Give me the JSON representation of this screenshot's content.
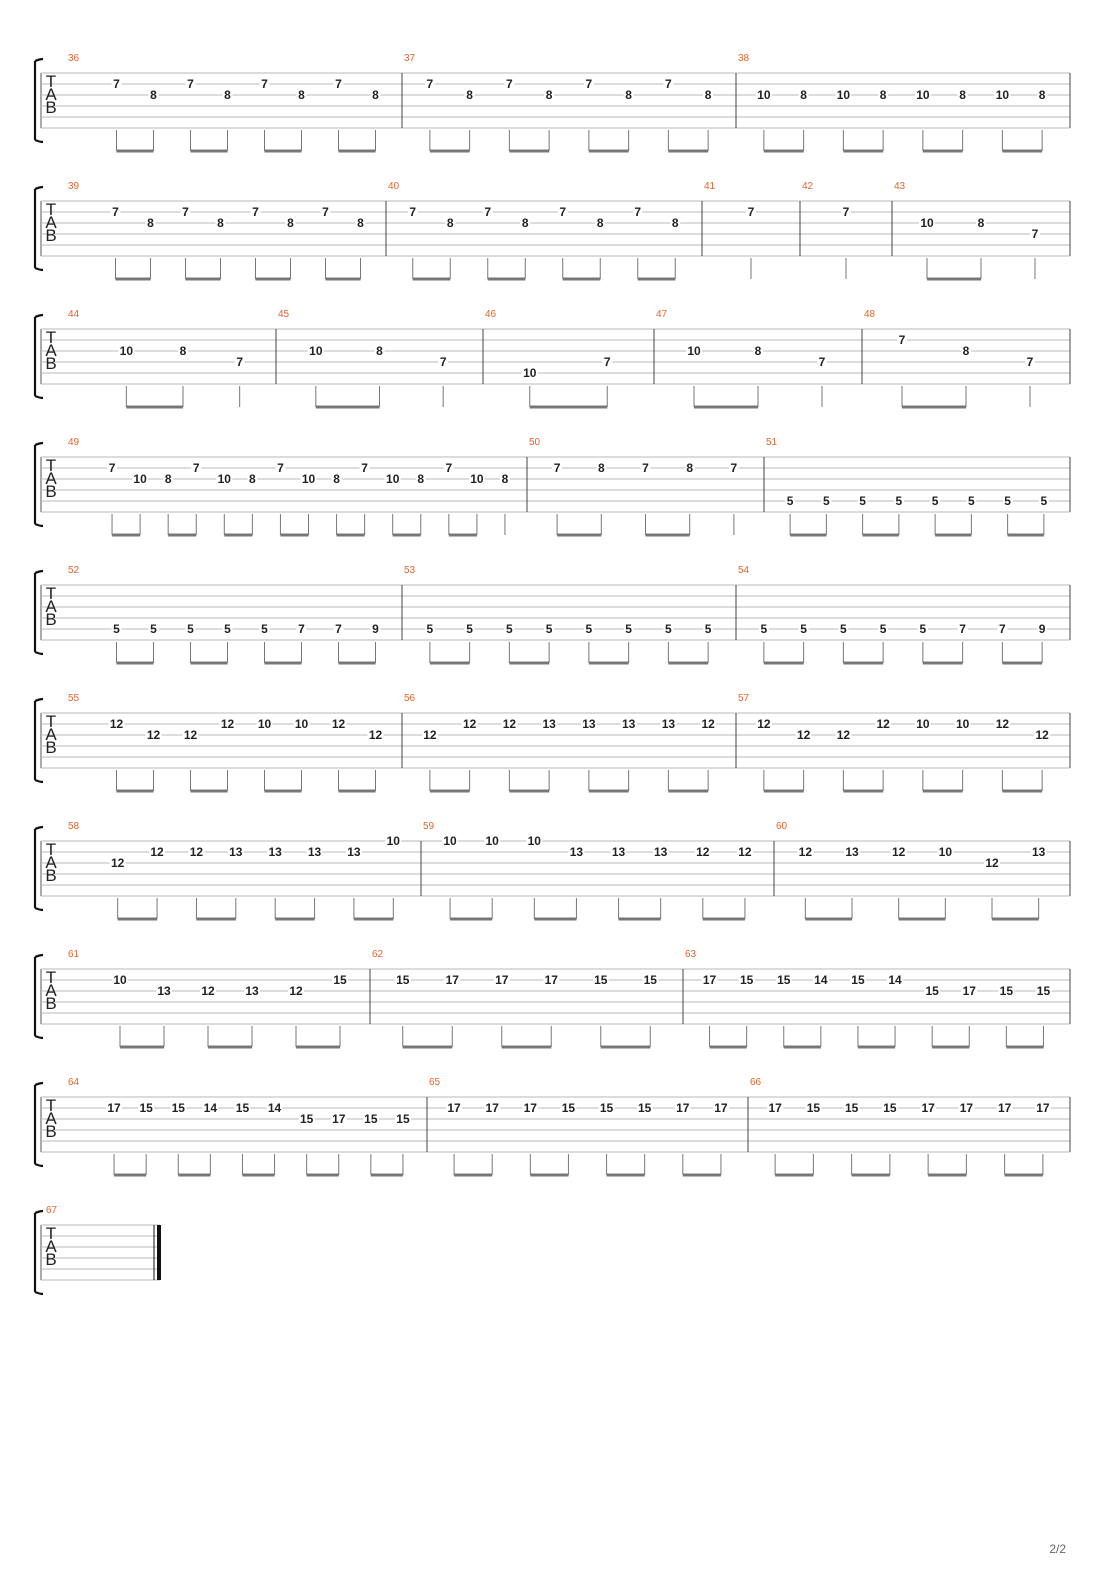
{
  "page": {
    "page_number": "2/2"
  },
  "clef_letters": [
    "T",
    "A",
    "B"
  ],
  "systems": [
    {
      "measures": [
        {
          "number": "36",
          "notes": [
            {
              "f": "7",
              "s": 1
            },
            {
              "f": "8",
              "s": 2
            },
            {
              "f": "7",
              "s": 1
            },
            {
              "f": "8",
              "s": 2
            },
            {
              "f": "7",
              "s": 1
            },
            {
              "f": "8",
              "s": 2
            },
            {
              "f": "7",
              "s": 1
            },
            {
              "f": "8",
              "s": 2
            }
          ]
        },
        {
          "number": "37",
          "notes": [
            {
              "f": "7",
              "s": 1
            },
            {
              "f": "8",
              "s": 2
            },
            {
              "f": "7",
              "s": 1
            },
            {
              "f": "8",
              "s": 2
            },
            {
              "f": "7",
              "s": 1
            },
            {
              "f": "8",
              "s": 2
            },
            {
              "f": "7",
              "s": 1
            },
            {
              "f": "8",
              "s": 2
            }
          ]
        },
        {
          "number": "38",
          "notes": [
            {
              "f": "10",
              "s": 2
            },
            {
              "f": "8",
              "s": 2
            },
            {
              "f": "10",
              "s": 2
            },
            {
              "f": "8",
              "s": 2
            },
            {
              "f": "10",
              "s": 2
            },
            {
              "f": "8",
              "s": 2
            },
            {
              "f": "10",
              "s": 2
            },
            {
              "f": "8",
              "s": 2
            }
          ]
        }
      ]
    },
    {
      "measures": [
        {
          "number": "39",
          "notes": [
            {
              "f": "7",
              "s": 1
            },
            {
              "f": "8",
              "s": 2
            },
            {
              "f": "7",
              "s": 1
            },
            {
              "f": "8",
              "s": 2
            },
            {
              "f": "7",
              "s": 1
            },
            {
              "f": "8",
              "s": 2
            },
            {
              "f": "7",
              "s": 1
            },
            {
              "f": "8",
              "s": 2
            }
          ]
        },
        {
          "number": "40",
          "notes": [
            {
              "f": "7",
              "s": 1
            },
            {
              "f": "8",
              "s": 2
            },
            {
              "f": "7",
              "s": 1
            },
            {
              "f": "8",
              "s": 2
            },
            {
              "f": "7",
              "s": 1
            },
            {
              "f": "8",
              "s": 2
            },
            {
              "f": "7",
              "s": 1
            },
            {
              "f": "8",
              "s": 2
            }
          ]
        },
        {
          "number": "41",
          "notes": [
            {
              "f": "7",
              "s": 1
            }
          ]
        },
        {
          "number": "42",
          "notes": [
            {
              "f": "7",
              "s": 1
            }
          ]
        },
        {
          "number": "43",
          "notes": [
            {
              "f": "10",
              "s": 2
            },
            {
              "f": "8",
              "s": 2
            },
            {
              "f": "7",
              "s": 3
            }
          ]
        }
      ]
    },
    {
      "measures": [
        {
          "number": "44",
          "notes": [
            {
              "f": "10",
              "s": 2
            },
            {
              "f": "8",
              "s": 2
            },
            {
              "f": "7",
              "s": 3
            }
          ]
        },
        {
          "number": "45",
          "notes": [
            {
              "f": "10",
              "s": 2
            },
            {
              "f": "8",
              "s": 2
            },
            {
              "f": "7",
              "s": 3
            }
          ]
        },
        {
          "number": "46",
          "notes": [
            {
              "f": "10",
              "s": 4
            },
            {
              "f": "7",
              "s": 3
            }
          ]
        },
        {
          "number": "47",
          "notes": [
            {
              "f": "10",
              "s": 2
            },
            {
              "f": "8",
              "s": 2
            },
            {
              "f": "7",
              "s": 3
            }
          ]
        },
        {
          "number": "48",
          "notes": [
            {
              "f": "7",
              "s": 1
            },
            {
              "f": "8",
              "s": 2
            },
            {
              "f": "7",
              "s": 3
            }
          ]
        }
      ]
    },
    {
      "measures": [
        {
          "number": "49",
          "notes": [
            {
              "f": "7",
              "s": 1
            },
            {
              "f": "10",
              "s": 2
            },
            {
              "f": "8",
              "s": 2
            },
            {
              "f": "7",
              "s": 1
            },
            {
              "f": "10",
              "s": 2
            },
            {
              "f": "8",
              "s": 2
            },
            {
              "f": "7",
              "s": 1
            },
            {
              "f": "10",
              "s": 2
            },
            {
              "f": "8",
              "s": 2
            },
            {
              "f": "7",
              "s": 1
            },
            {
              "f": "10",
              "s": 2
            },
            {
              "f": "8",
              "s": 2
            },
            {
              "f": "7",
              "s": 1
            },
            {
              "f": "10",
              "s": 2
            },
            {
              "f": "8",
              "s": 2
            }
          ]
        },
        {
          "number": "50",
          "notes": [
            {
              "f": "7",
              "s": 1
            },
            {
              "f": "8",
              "s": 1
            },
            {
              "f": "7",
              "s": 1
            },
            {
              "f": "8",
              "s": 1
            },
            {
              "f": "7",
              "s": 1
            }
          ]
        },
        {
          "number": "51",
          "notes": [
            {
              "f": "5",
              "s": 4
            },
            {
              "f": "5",
              "s": 4
            },
            {
              "f": "5",
              "s": 4
            },
            {
              "f": "5",
              "s": 4
            },
            {
              "f": "5",
              "s": 4
            },
            {
              "f": "5",
              "s": 4
            },
            {
              "f": "5",
              "s": 4
            },
            {
              "f": "5",
              "s": 4
            }
          ]
        }
      ]
    },
    {
      "measures": [
        {
          "number": "52",
          "notes": [
            {
              "f": "5",
              "s": 4
            },
            {
              "f": "5",
              "s": 4
            },
            {
              "f": "5",
              "s": 4
            },
            {
              "f": "5",
              "s": 4
            },
            {
              "f": "5",
              "s": 4
            },
            {
              "f": "7",
              "s": 4
            },
            {
              "f": "7",
              "s": 4
            },
            {
              "f": "9",
              "s": 4
            }
          ]
        },
        {
          "number": "53",
          "notes": [
            {
              "f": "5",
              "s": 4
            },
            {
              "f": "5",
              "s": 4
            },
            {
              "f": "5",
              "s": 4
            },
            {
              "f": "5",
              "s": 4
            },
            {
              "f": "5",
              "s": 4
            },
            {
              "f": "5",
              "s": 4
            },
            {
              "f": "5",
              "s": 4
            },
            {
              "f": "5",
              "s": 4
            }
          ]
        },
        {
          "number": "54",
          "notes": [
            {
              "f": "5",
              "s": 4
            },
            {
              "f": "5",
              "s": 4
            },
            {
              "f": "5",
              "s": 4
            },
            {
              "f": "5",
              "s": 4
            },
            {
              "f": "5",
              "s": 4
            },
            {
              "f": "7",
              "s": 4
            },
            {
              "f": "7",
              "s": 4
            },
            {
              "f": "9",
              "s": 4
            }
          ]
        }
      ]
    },
    {
      "measures": [
        {
          "number": "55",
          "notes": [
            {
              "f": "12",
              "s": 1
            },
            {
              "f": "12",
              "s": 2
            },
            {
              "f": "12",
              "s": 2
            },
            {
              "f": "12",
              "s": 1
            },
            {
              "f": "10",
              "s": 1
            },
            {
              "f": "10",
              "s": 1
            },
            {
              "f": "12",
              "s": 1
            },
            {
              "f": "12",
              "s": 2
            }
          ]
        },
        {
          "number": "56",
          "notes": [
            {
              "f": "12",
              "s": 2
            },
            {
              "f": "12",
              "s": 1
            },
            {
              "f": "12",
              "s": 1
            },
            {
              "f": "13",
              "s": 1
            },
            {
              "f": "13",
              "s": 1
            },
            {
              "f": "13",
              "s": 1
            },
            {
              "f": "13",
              "s": 1
            },
            {
              "f": "12",
              "s": 1
            }
          ]
        },
        {
          "number": "57",
          "notes": [
            {
              "f": "12",
              "s": 1
            },
            {
              "f": "12",
              "s": 2
            },
            {
              "f": "12",
              "s": 2
            },
            {
              "f": "12",
              "s": 1
            },
            {
              "f": "10",
              "s": 1
            },
            {
              "f": "10",
              "s": 1
            },
            {
              "f": "12",
              "s": 1
            },
            {
              "f": "12",
              "s": 2
            }
          ]
        }
      ]
    },
    {
      "measures": [
        {
          "number": "58",
          "notes": [
            {
              "f": "12",
              "s": 2
            },
            {
              "f": "12",
              "s": 1
            },
            {
              "f": "12",
              "s": 1
            },
            {
              "f": "13",
              "s": 1
            },
            {
              "f": "13",
              "s": 1
            },
            {
              "f": "13",
              "s": 1
            },
            {
              "f": "13",
              "s": 1
            },
            {
              "f": "10",
              "s": 0
            }
          ]
        },
        {
          "number": "59",
          "notes": [
            {
              "f": "10",
              "s": 0
            },
            {
              "f": "10",
              "s": 0
            },
            {
              "f": "10",
              "s": 0
            },
            {
              "f": "13",
              "s": 1
            },
            {
              "f": "13",
              "s": 1
            },
            {
              "f": "13",
              "s": 1
            },
            {
              "f": "12",
              "s": 1
            },
            {
              "f": "12",
              "s": 1
            }
          ]
        },
        {
          "number": "60",
          "notes": [
            {
              "f": "12",
              "s": 1
            },
            {
              "f": "13",
              "s": 1
            },
            {
              "f": "12",
              "s": 1
            },
            {
              "f": "10",
              "s": 1
            },
            {
              "f": "12",
              "s": 2
            },
            {
              "f": "13",
              "s": 1
            }
          ]
        }
      ]
    },
    {
      "measures": [
        {
          "number": "61",
          "notes": [
            {
              "f": "10",
              "s": 1
            },
            {
              "f": "13",
              "s": 2
            },
            {
              "f": "12",
              "s": 2
            },
            {
              "f": "13",
              "s": 2
            },
            {
              "f": "12",
              "s": 2
            },
            {
              "f": "15",
              "s": 1
            }
          ]
        },
        {
          "number": "62",
          "notes": [
            {
              "f": "15",
              "s": 1
            },
            {
              "f": "17",
              "s": 1
            },
            {
              "f": "17",
              "s": 1
            },
            {
              "f": "17",
              "s": 1
            },
            {
              "f": "15",
              "s": 1
            },
            {
              "f": "15",
              "s": 1
            }
          ]
        },
        {
          "number": "63",
          "notes": [
            {
              "f": "17",
              "s": 1
            },
            {
              "f": "15",
              "s": 1
            },
            {
              "f": "15",
              "s": 1
            },
            {
              "f": "14",
              "s": 1
            },
            {
              "f": "15",
              "s": 1
            },
            {
              "f": "14",
              "s": 1
            },
            {
              "f": "15",
              "s": 2
            },
            {
              "f": "17",
              "s": 2
            },
            {
              "f": "15",
              "s": 2
            },
            {
              "f": "15",
              "s": 2
            }
          ]
        }
      ]
    },
    {
      "measures": [
        {
          "number": "64",
          "notes": [
            {
              "f": "17",
              "s": 1
            },
            {
              "f": "15",
              "s": 1
            },
            {
              "f": "15",
              "s": 1
            },
            {
              "f": "14",
              "s": 1
            },
            {
              "f": "15",
              "s": 1
            },
            {
              "f": "14",
              "s": 1
            },
            {
              "f": "15",
              "s": 2
            },
            {
              "f": "17",
              "s": 2
            },
            {
              "f": "15",
              "s": 2
            },
            {
              "f": "15",
              "s": 2
            }
          ]
        },
        {
          "number": "65",
          "notes": [
            {
              "f": "17",
              "s": 1
            },
            {
              "f": "17",
              "s": 1
            },
            {
              "f": "17",
              "s": 1
            },
            {
              "f": "15",
              "s": 1
            },
            {
              "f": "15",
              "s": 1
            },
            {
              "f": "15",
              "s": 1
            },
            {
              "f": "17",
              "s": 1
            },
            {
              "f": "17",
              "s": 1
            }
          ]
        },
        {
          "number": "66",
          "notes": [
            {
              "f": "17",
              "s": 1
            },
            {
              "f": "15",
              "s": 1
            },
            {
              "f": "15",
              "s": 1
            },
            {
              "f": "15",
              "s": 1
            },
            {
              "f": "17",
              "s": 1
            },
            {
              "f": "17",
              "s": 1
            },
            {
              "f": "17",
              "s": 1
            },
            {
              "f": "17",
              "s": 1
            }
          ]
        }
      ]
    },
    {
      "measures": [
        {
          "number": "67",
          "notes": []
        }
      ]
    }
  ],
  "colors": {
    "measure_number": "#e8622a",
    "staff_line": "#b8b8b8",
    "ink": "#222222",
    "beam": "#777777"
  }
}
